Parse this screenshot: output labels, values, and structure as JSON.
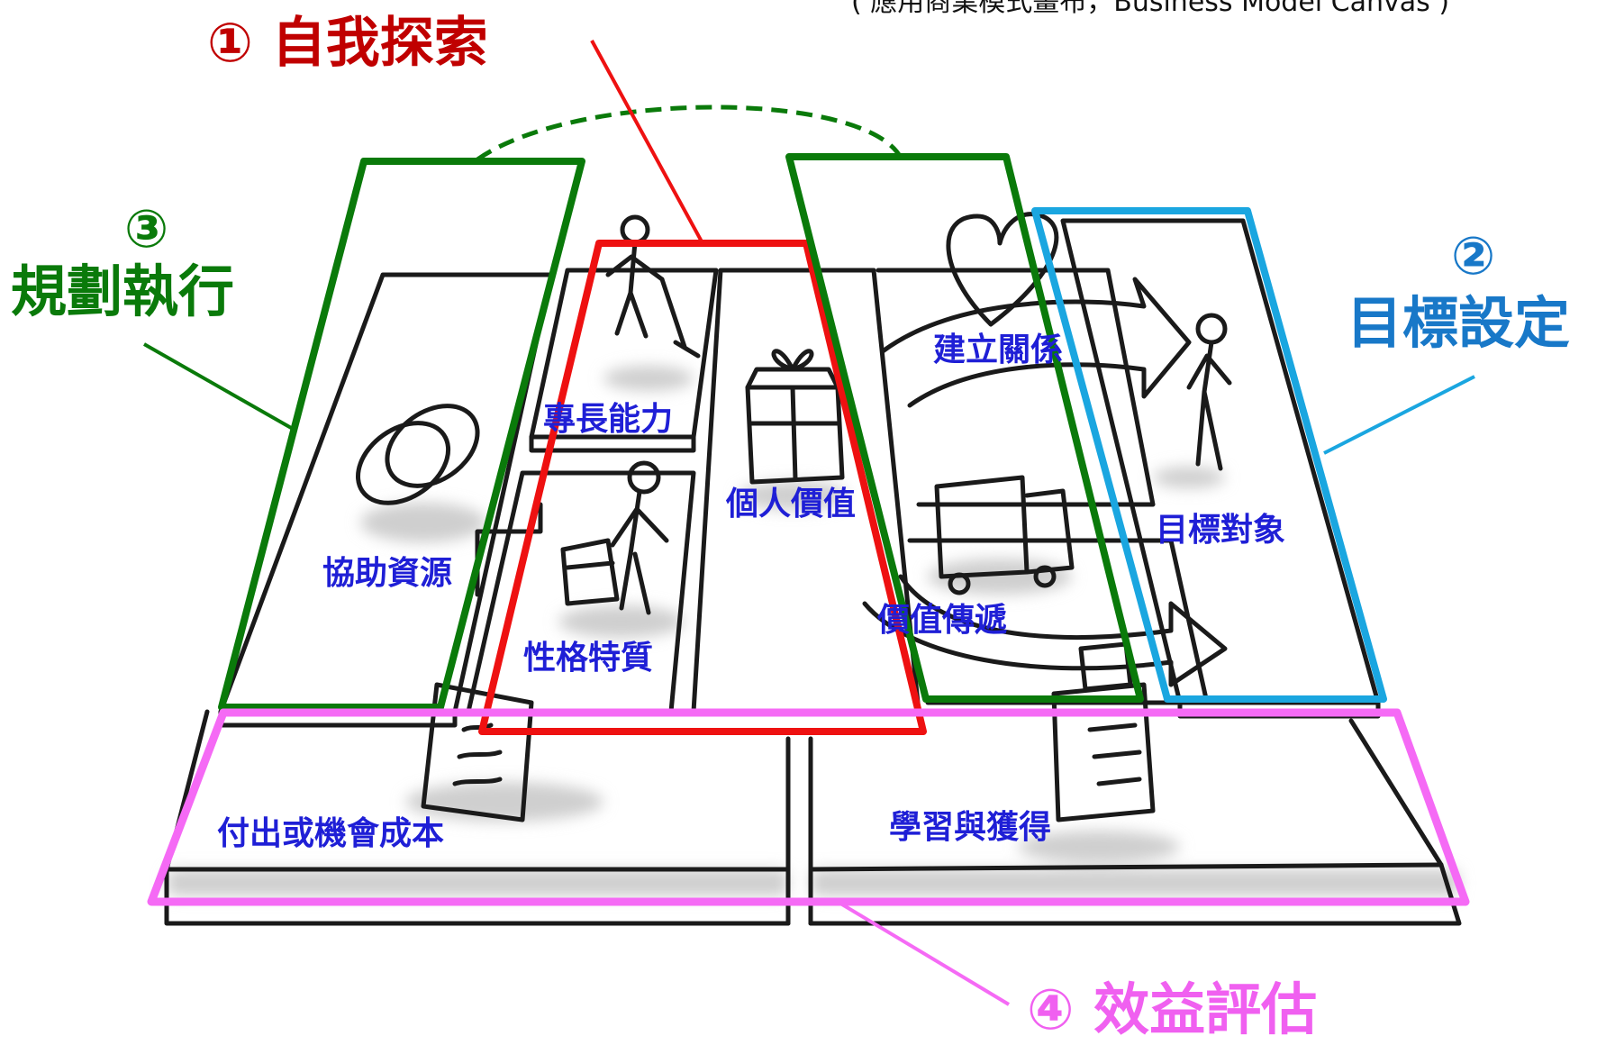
{
  "caption": "( 應用商業模式畫布，Business Model Canvas )",
  "steps": {
    "self_explore": {
      "number": "①",
      "label": "自我探索",
      "color": "#c00000"
    },
    "goal_setting": {
      "number": "②",
      "label": "目標設定",
      "color": "#1878c8"
    },
    "plan_execute": {
      "number": "③",
      "label": "規劃執行",
      "color": "#0a7a0a"
    },
    "benefit_eval": {
      "number": "④",
      "label": "效益評估",
      "color": "#f060f0"
    }
  },
  "blocks": {
    "resources": "協助資源",
    "skills": "專長能力",
    "personality": "性格特質",
    "personal_value": "個人價值",
    "relationships": "建立關係",
    "delivery": "價值傳遞",
    "target": "目標對象",
    "cost": "付出或機會成本",
    "gain": "學習與獲得"
  },
  "colors": {
    "label_text": "#1f1fd6",
    "outline_red": "#ee1111",
    "outline_green": "#0a7a0a",
    "outline_blue": "#1aa6e0",
    "outline_pink": "#f56af5",
    "sketch": "#1a1a1a",
    "shadow": "#c8c8c8"
  }
}
